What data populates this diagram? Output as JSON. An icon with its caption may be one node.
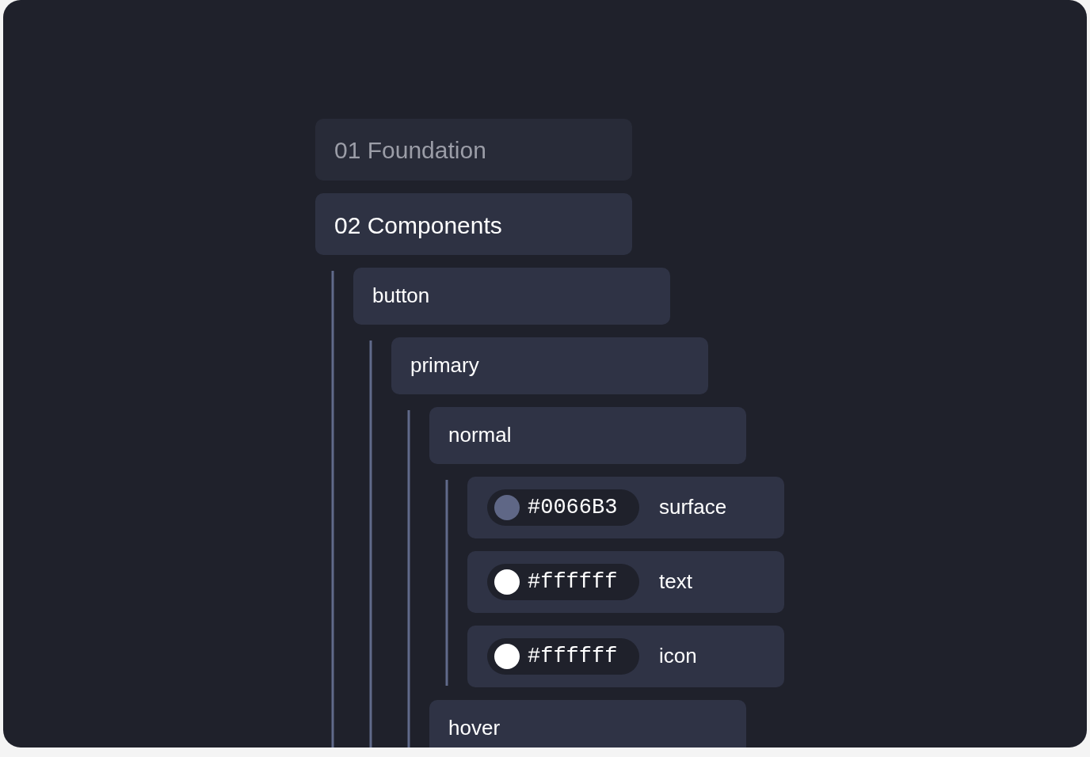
{
  "diagram": {
    "nodes": [
      {
        "text": [
          "01 Foundation"
        ]
      },
      {
        "text": [
          "02 Components"
        ]
      },
      {
        "text": [
          "button"
        ]
      },
      {
        "text": [
          "primary"
        ]
      },
      {
        "text": [
          "normal"
        ]
      },
      {
        "text": [
          "surface"
        ]
      },
      {
        "text": [
          "#0066B3"
        ],
        "in": 5
      },
      {
        "text": [
          "text"
        ]
      },
      {
        "text": [
          "#ffffff"
        ],
        "in": 7
      },
      {
        "text": [
          "icon"
        ]
      },
      {
        "text": [
          "#ffffff"
        ],
        "in": 9
      },
      {
        "text": [
          "hover"
        ]
      }
    ]
  }
}
